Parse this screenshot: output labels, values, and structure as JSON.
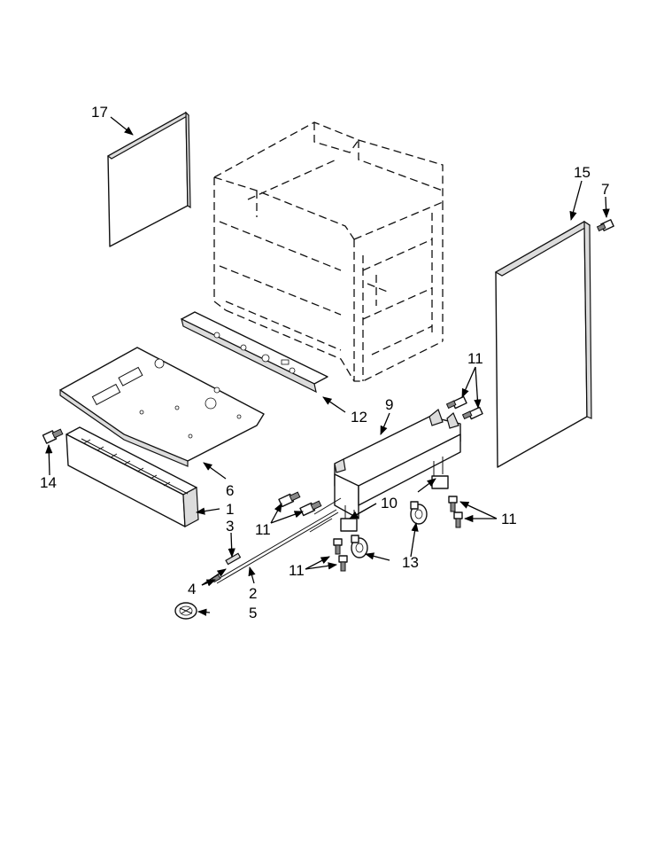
{
  "callouts": {
    "c1": "1",
    "c2": "2",
    "c3": "3",
    "c4": "4",
    "c5": "5",
    "c6": "6",
    "c7": "7",
    "c9": "9",
    "c10": "10",
    "c11a": "11",
    "c11b": "11",
    "c11c": "11",
    "c11d": "11",
    "c12": "12",
    "c13": "13",
    "c14": "14",
    "c15": "15",
    "c17": "17"
  },
  "colors": {
    "line": "#111111",
    "background": "#ffffff",
    "shade": "#dcdcdc"
  }
}
